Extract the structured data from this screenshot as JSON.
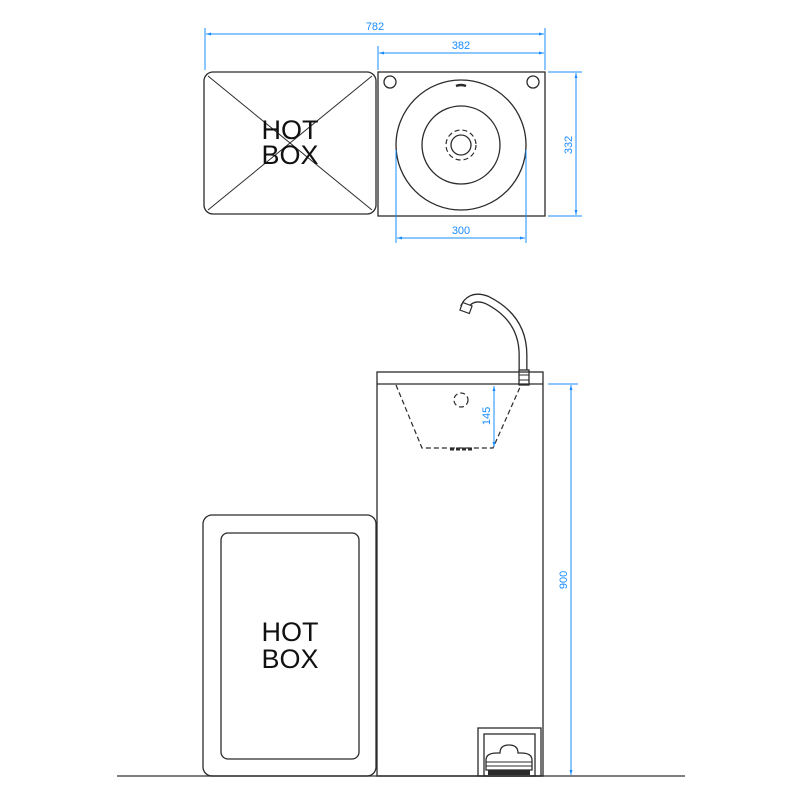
{
  "drawing": {
    "top_view": {
      "hotbox_label_line1": "HOT",
      "hotbox_label_line2": "BOX",
      "dimensions": {
        "overall_width": "782",
        "sink_width": "382",
        "sink_depth": "332",
        "bowl_diameter": "300"
      }
    },
    "front_view": {
      "hotbox_label_line1": "HOT",
      "hotbox_label_line2": "BOX",
      "dimensions": {
        "bowl_depth": "145",
        "overall_height": "900"
      }
    },
    "colors": {
      "line": "#2b2b2b",
      "dimension": "#1a8cff",
      "background": "#ffffff"
    }
  }
}
